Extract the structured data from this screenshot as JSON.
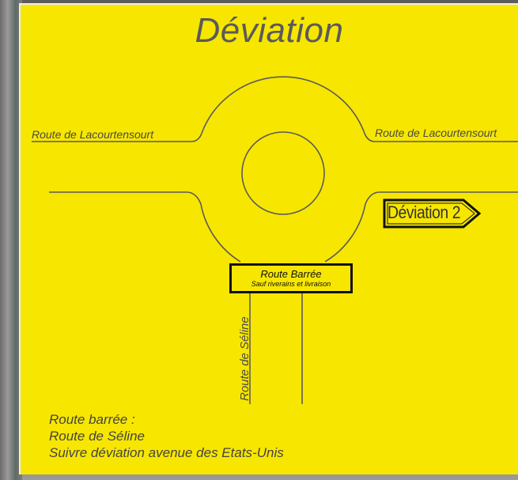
{
  "title": "Déviation",
  "roads": {
    "west": "Route de Lacourtensourt",
    "east": "Route de Lacourtensourt",
    "south": "Route de Séline"
  },
  "closed_sign": {
    "main": "Route Barrée",
    "sub": "Sauf riverains et livraison"
  },
  "deviation_sign": {
    "label": "Déviation 2"
  },
  "notes": [
    "Route barrée :",
    "Route de Séline",
    "Suivre déviation avenue des Etats-Unis"
  ],
  "colors": {
    "panel": "#f7e600",
    "road_line": "#5a5a5a",
    "sign_border": "#111111"
  },
  "icons": {
    "deviation_arrow": "arrow-right-sign-icon"
  }
}
